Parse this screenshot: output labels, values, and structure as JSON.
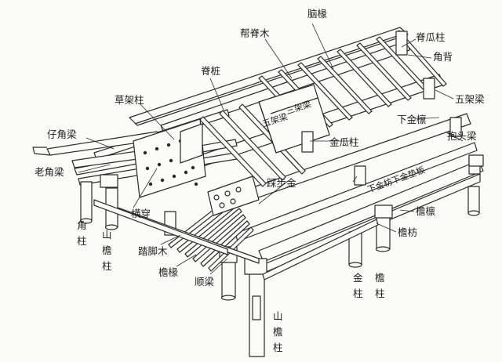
{
  "labels": {
    "chuan_chuan": "脑椽",
    "zha_ji_mu": "帮脊木",
    "jiao_gua_zhu": "脊瓜柱",
    "jiao_bei": "角背",
    "ji_zhuang": "脊桩",
    "wu_jia_liang": "五架梁",
    "cao_jia_zhu": "草架柱",
    "san_jia_liang": "三架梁",
    "wu_jia_liang_inner": "五架梁",
    "xia_jin_lin": "下金檩",
    "bao_tou_liang": "抱头梁",
    "zi_jiao_liang": "仔角梁",
    "jin_gua_zhu": "金瓜柱",
    "lao_jiao_liang": "老角梁",
    "ta_bu_jin": "踩步金",
    "xia_jin_fang_xia_jin_dian_ban": "下金枋下金垫板",
    "jiao_zhu": "角柱",
    "shan_yan_zhu": "山檐柱",
    "heng_chuan": "横穿",
    "yan_lin": "檐檩",
    "ta_jiao_mu": "踏脚木",
    "yan_fang": "檐枋",
    "yan_chuan": "檐椽",
    "shun_liang": "顺梁",
    "jin_zhu": "金柱",
    "yan_zhu": "檐柱",
    "shan_yan_zhu_front": "山檐柱"
  }
}
